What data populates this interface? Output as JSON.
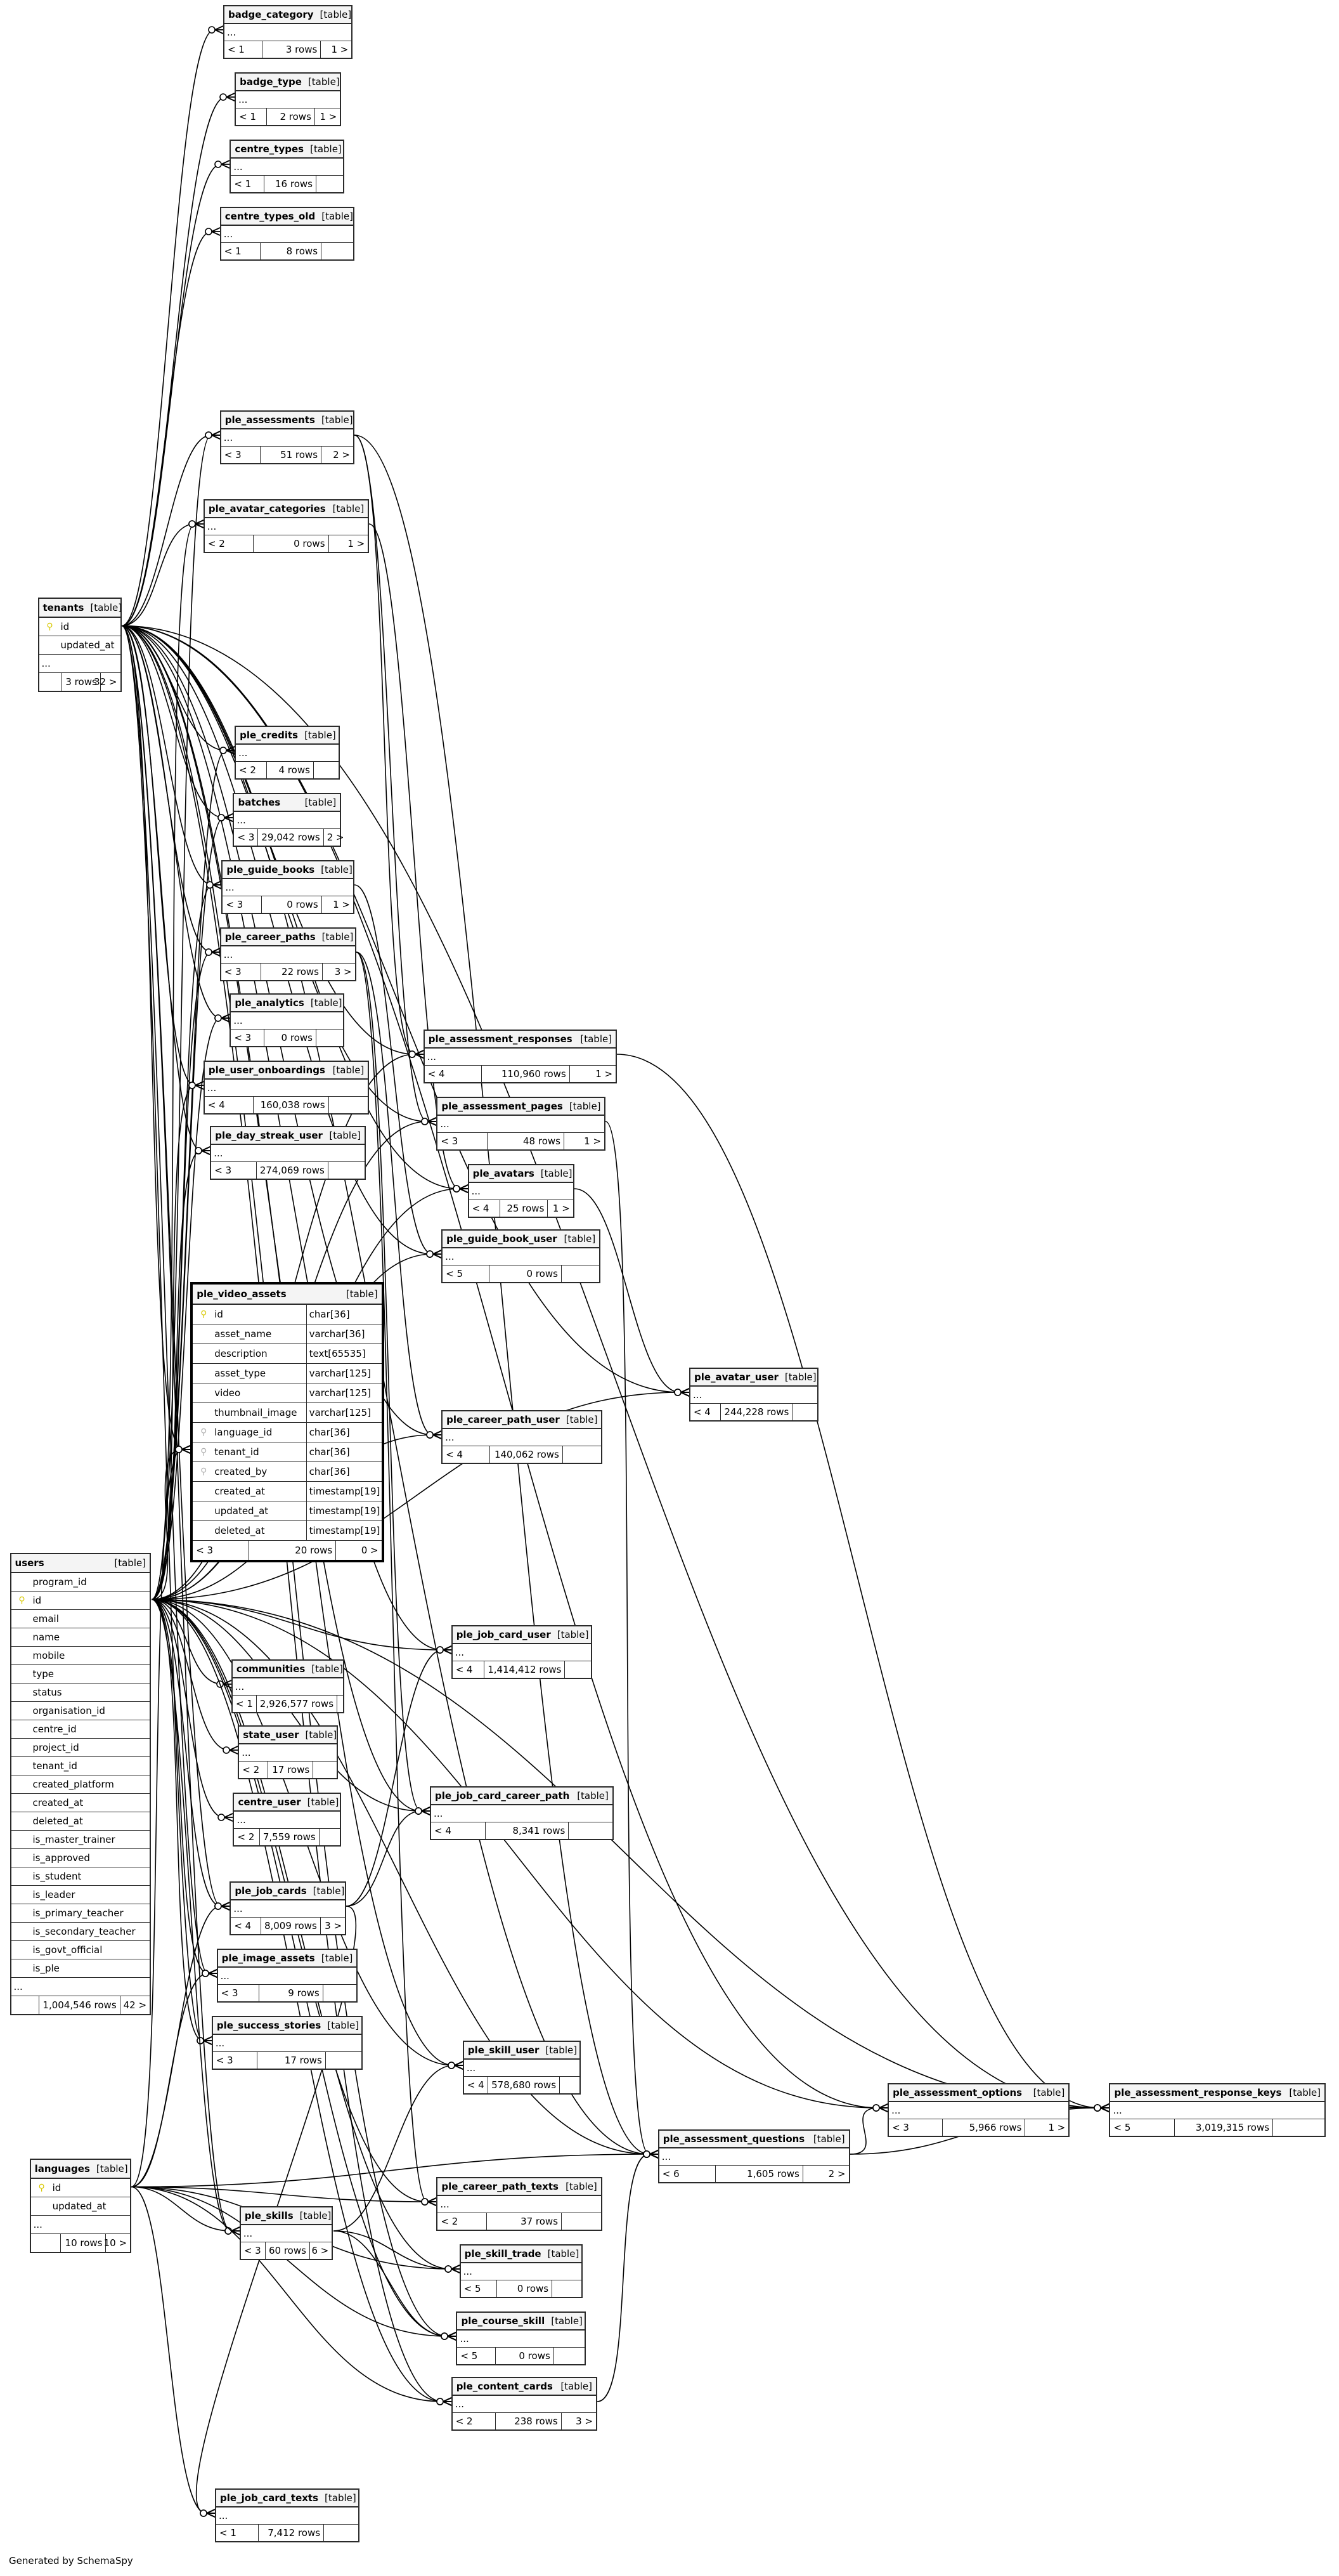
{
  "table_kind_label": "[table]",
  "footer_text": "Generated by SchemaSpy",
  "tables": [
    {
      "name": "badge_category",
      "rows": [
        "..."
      ],
      "footer": [
        "< 1",
        "3 rows",
        "1 >"
      ]
    },
    {
      "name": "badge_type",
      "rows": [
        "..."
      ],
      "footer": [
        "< 1",
        "2 rows",
        "1 >"
      ]
    },
    {
      "name": "centre_types",
      "rows": [
        "..."
      ],
      "footer": [
        "< 1",
        "16 rows",
        ""
      ]
    },
    {
      "name": "centre_types_old",
      "rows": [
        "..."
      ],
      "footer": [
        "< 1",
        "8 rows",
        ""
      ]
    },
    {
      "name": "ple_assessments",
      "rows": [
        "..."
      ],
      "footer": [
        "< 3",
        "51 rows",
        "2 >"
      ]
    },
    {
      "name": "ple_avatar_categories",
      "rows": [
        "..."
      ],
      "footer": [
        "< 2",
        "0 rows",
        "1 >"
      ]
    },
    {
      "name": "tenants",
      "fields": [
        {
          "name": "id",
          "key": "pk"
        },
        {
          "name": "updated_at"
        }
      ],
      "rows": [
        "..."
      ],
      "footer": [
        "",
        "3 rows",
        "32 >"
      ]
    },
    {
      "name": "ple_credits",
      "rows": [
        "..."
      ],
      "footer": [
        "< 2",
        "4 rows",
        ""
      ]
    },
    {
      "name": "batches",
      "rows": [
        "..."
      ],
      "footer": [
        "< 3",
        "29,042 rows",
        "2 >"
      ]
    },
    {
      "name": "ple_guide_books",
      "rows": [
        "..."
      ],
      "footer": [
        "< 3",
        "0 rows",
        "1 >"
      ]
    },
    {
      "name": "ple_career_paths",
      "rows": [
        "..."
      ],
      "footer": [
        "< 3",
        "22 rows",
        "3 >"
      ]
    },
    {
      "name": "ple_analytics",
      "rows": [
        "..."
      ],
      "footer": [
        "< 3",
        "0 rows",
        ""
      ]
    },
    {
      "name": "ple_user_onboardings",
      "rows": [
        "..."
      ],
      "footer": [
        "< 4",
        "160,038 rows",
        ""
      ]
    },
    {
      "name": "ple_day_streak_user",
      "rows": [
        "..."
      ],
      "footer": [
        "< 3",
        "274,069 rows",
        ""
      ]
    },
    {
      "name": "ple_assessment_responses",
      "rows": [
        "..."
      ],
      "footer": [
        "< 4",
        "110,960 rows",
        "1 >"
      ]
    },
    {
      "name": "ple_assessment_pages",
      "rows": [
        "..."
      ],
      "footer": [
        "< 3",
        "48 rows",
        "1 >"
      ]
    },
    {
      "name": "ple_avatars",
      "rows": [
        "..."
      ],
      "footer": [
        "< 4",
        "25 rows",
        "1 >"
      ]
    },
    {
      "name": "ple_guide_book_user",
      "rows": [
        "..."
      ],
      "footer": [
        "< 5",
        "0 rows",
        ""
      ]
    },
    {
      "name": "ple_video_assets",
      "fields": [
        {
          "name": "id",
          "type": "char[36]",
          "key": "pk"
        },
        {
          "name": "asset_name",
          "type": "varchar[36]"
        },
        {
          "name": "description",
          "type": "text[65535]"
        },
        {
          "name": "asset_type",
          "type": "varchar[125]"
        },
        {
          "name": "video",
          "type": "varchar[125]"
        },
        {
          "name": "thumbnail_image",
          "type": "varchar[125]"
        },
        {
          "name": "language_id",
          "type": "char[36]",
          "key": "fk"
        },
        {
          "name": "tenant_id",
          "type": "char[36]",
          "key": "fk"
        },
        {
          "name": "created_by",
          "type": "char[36]",
          "key": "fk"
        },
        {
          "name": "created_at",
          "type": "timestamp[19]"
        },
        {
          "name": "updated_at",
          "type": "timestamp[19]"
        },
        {
          "name": "deleted_at",
          "type": "timestamp[19]"
        }
      ],
      "rows": [],
      "footer": [
        "< 3",
        "20 rows",
        "0 >"
      ]
    },
    {
      "name": "ple_avatar_user",
      "rows": [
        "..."
      ],
      "footer": [
        "< 4",
        "244,228 rows",
        ""
      ]
    },
    {
      "name": "ple_career_path_user",
      "rows": [
        "..."
      ],
      "footer": [
        "< 4",
        "140,062 rows",
        ""
      ]
    },
    {
      "name": "users",
      "fields": [
        {
          "name": "program_id"
        },
        {
          "name": "id",
          "key": "pk"
        },
        {
          "name": "email"
        },
        {
          "name": "name"
        },
        {
          "name": "mobile"
        },
        {
          "name": "type"
        },
        {
          "name": "status"
        },
        {
          "name": "organisation_id"
        },
        {
          "name": "centre_id"
        },
        {
          "name": "project_id"
        },
        {
          "name": "tenant_id"
        },
        {
          "name": "created_platform"
        },
        {
          "name": "created_at"
        },
        {
          "name": "deleted_at"
        },
        {
          "name": "is_master_trainer"
        },
        {
          "name": "is_approved"
        },
        {
          "name": "is_student"
        },
        {
          "name": "is_leader"
        },
        {
          "name": "is_primary_teacher"
        },
        {
          "name": "is_secondary_teacher"
        },
        {
          "name": "is_govt_official"
        },
        {
          "name": "is_ple"
        }
      ],
      "rows": [
        "..."
      ],
      "footer": [
        "",
        "1,004,546 rows",
        "42 >"
      ]
    },
    {
      "name": "ple_job_card_user",
      "rows": [
        "..."
      ],
      "footer": [
        "< 4",
        "1,414,412 rows",
        ""
      ]
    },
    {
      "name": "communities",
      "rows": [
        "..."
      ],
      "footer": [
        "< 1",
        "2,926,577 rows",
        ""
      ]
    },
    {
      "name": "state_user",
      "rows": [
        "..."
      ],
      "footer": [
        "< 2",
        "17 rows",
        ""
      ]
    },
    {
      "name": "centre_user",
      "rows": [
        "..."
      ],
      "footer": [
        "< 2",
        "7,559 rows",
        ""
      ]
    },
    {
      "name": "ple_job_card_career_path",
      "rows": [
        "..."
      ],
      "footer": [
        "< 4",
        "8,341 rows",
        ""
      ]
    },
    {
      "name": "ple_job_cards",
      "rows": [
        "..."
      ],
      "footer": [
        "< 4",
        "8,009 rows",
        "3 >"
      ]
    },
    {
      "name": "ple_image_assets",
      "rows": [
        "..."
      ],
      "footer": [
        "< 3",
        "9 rows",
        ""
      ]
    },
    {
      "name": "ple_success_stories",
      "rows": [
        "..."
      ],
      "footer": [
        "< 3",
        "17 rows",
        ""
      ]
    },
    {
      "name": "ple_skill_user",
      "rows": [
        "..."
      ],
      "footer": [
        "< 4",
        "578,680 rows",
        ""
      ]
    },
    {
      "name": "ple_assessment_options",
      "rows": [
        "..."
      ],
      "footer": [
        "< 3",
        "5,966 rows",
        "1 >"
      ]
    },
    {
      "name": "ple_assessment_response_keys",
      "rows": [
        "..."
      ],
      "footer": [
        "< 5",
        "3,019,315 rows",
        ""
      ]
    },
    {
      "name": "ple_assessment_questions",
      "rows": [
        "..."
      ],
      "footer": [
        "< 6",
        "1,605 rows",
        "2 >"
      ]
    },
    {
      "name": "languages",
      "fields": [
        {
          "name": "id",
          "key": "pk"
        },
        {
          "name": "updated_at"
        }
      ],
      "rows": [
        "..."
      ],
      "footer": [
        "",
        "10 rows",
        "10 >"
      ]
    },
    {
      "name": "ple_career_path_texts",
      "rows": [
        "..."
      ],
      "footer": [
        "< 2",
        "37 rows",
        ""
      ]
    },
    {
      "name": "ple_skills",
      "rows": [
        "..."
      ],
      "footer": [
        "< 3",
        "60 rows",
        "6 >"
      ]
    },
    {
      "name": "ple_skill_trade",
      "rows": [
        "..."
      ],
      "footer": [
        "< 5",
        "0 rows",
        ""
      ]
    },
    {
      "name": "ple_course_skill",
      "rows": [
        "..."
      ],
      "footer": [
        "< 5",
        "0 rows",
        ""
      ]
    },
    {
      "name": "ple_content_cards",
      "rows": [
        "..."
      ],
      "footer": [
        "< 2",
        "238 rows",
        "3 >"
      ]
    },
    {
      "name": "ple_job_card_texts",
      "rows": [
        "..."
      ],
      "footer": [
        "< 1",
        "7,412 rows",
        ""
      ]
    }
  ]
}
